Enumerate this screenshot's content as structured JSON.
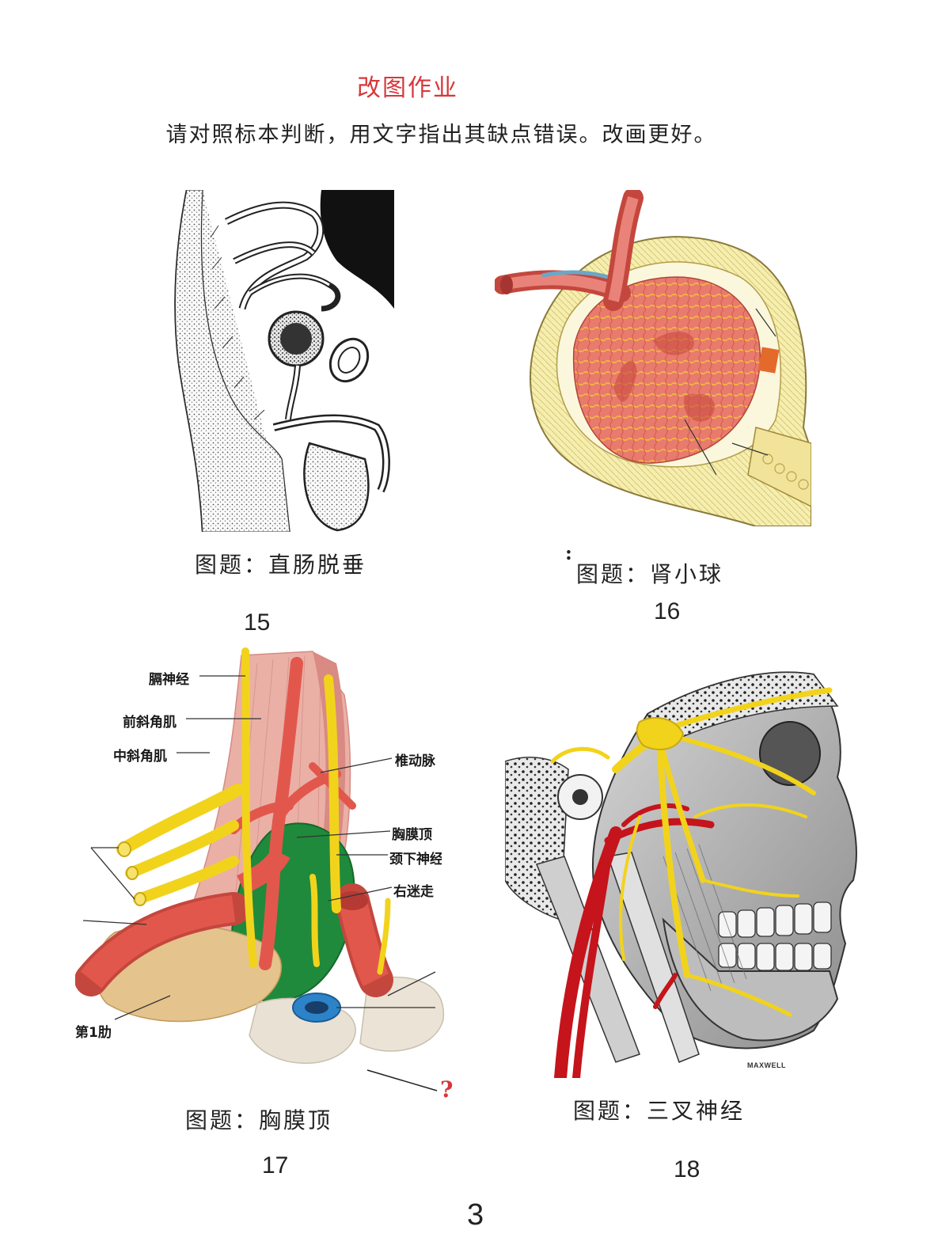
{
  "header": {
    "title": "改图作业",
    "instruction": "请对照标本判断，用文字指出其缺点错误。改画更好。"
  },
  "colors": {
    "title": "#d7373a",
    "question_mark": "#d7373a",
    "artery": "#e2574c",
    "nerve": "#f2d31c",
    "pleura": "#1f8a3b",
    "vein": "#2d83c8",
    "rib": "#e4c38c"
  },
  "figures": [
    {
      "caption": "图题：直肠脱垂",
      "number": "15",
      "illustration": "rectal-prolapse-sketch"
    },
    {
      "caption": "图题：肾小球",
      "number": "16",
      "illustration": "glomerulus-drawing",
      "stray_mark": ":"
    },
    {
      "caption": "图题：胸膜顶",
      "number": "17",
      "illustration": "pleural-dome-drawing",
      "labels": [
        "膈神经",
        "前斜角肌",
        "中斜角肌",
        "椎动脉",
        "胸膜顶",
        "颈下神经",
        "右迷走",
        "第1肋"
      ],
      "question_mark": "?"
    },
    {
      "caption": "图题：三叉神经",
      "number": "18",
      "illustration": "trigeminal-nerve-drawing",
      "signature": "MAXWELL"
    }
  ],
  "page_number": "3"
}
